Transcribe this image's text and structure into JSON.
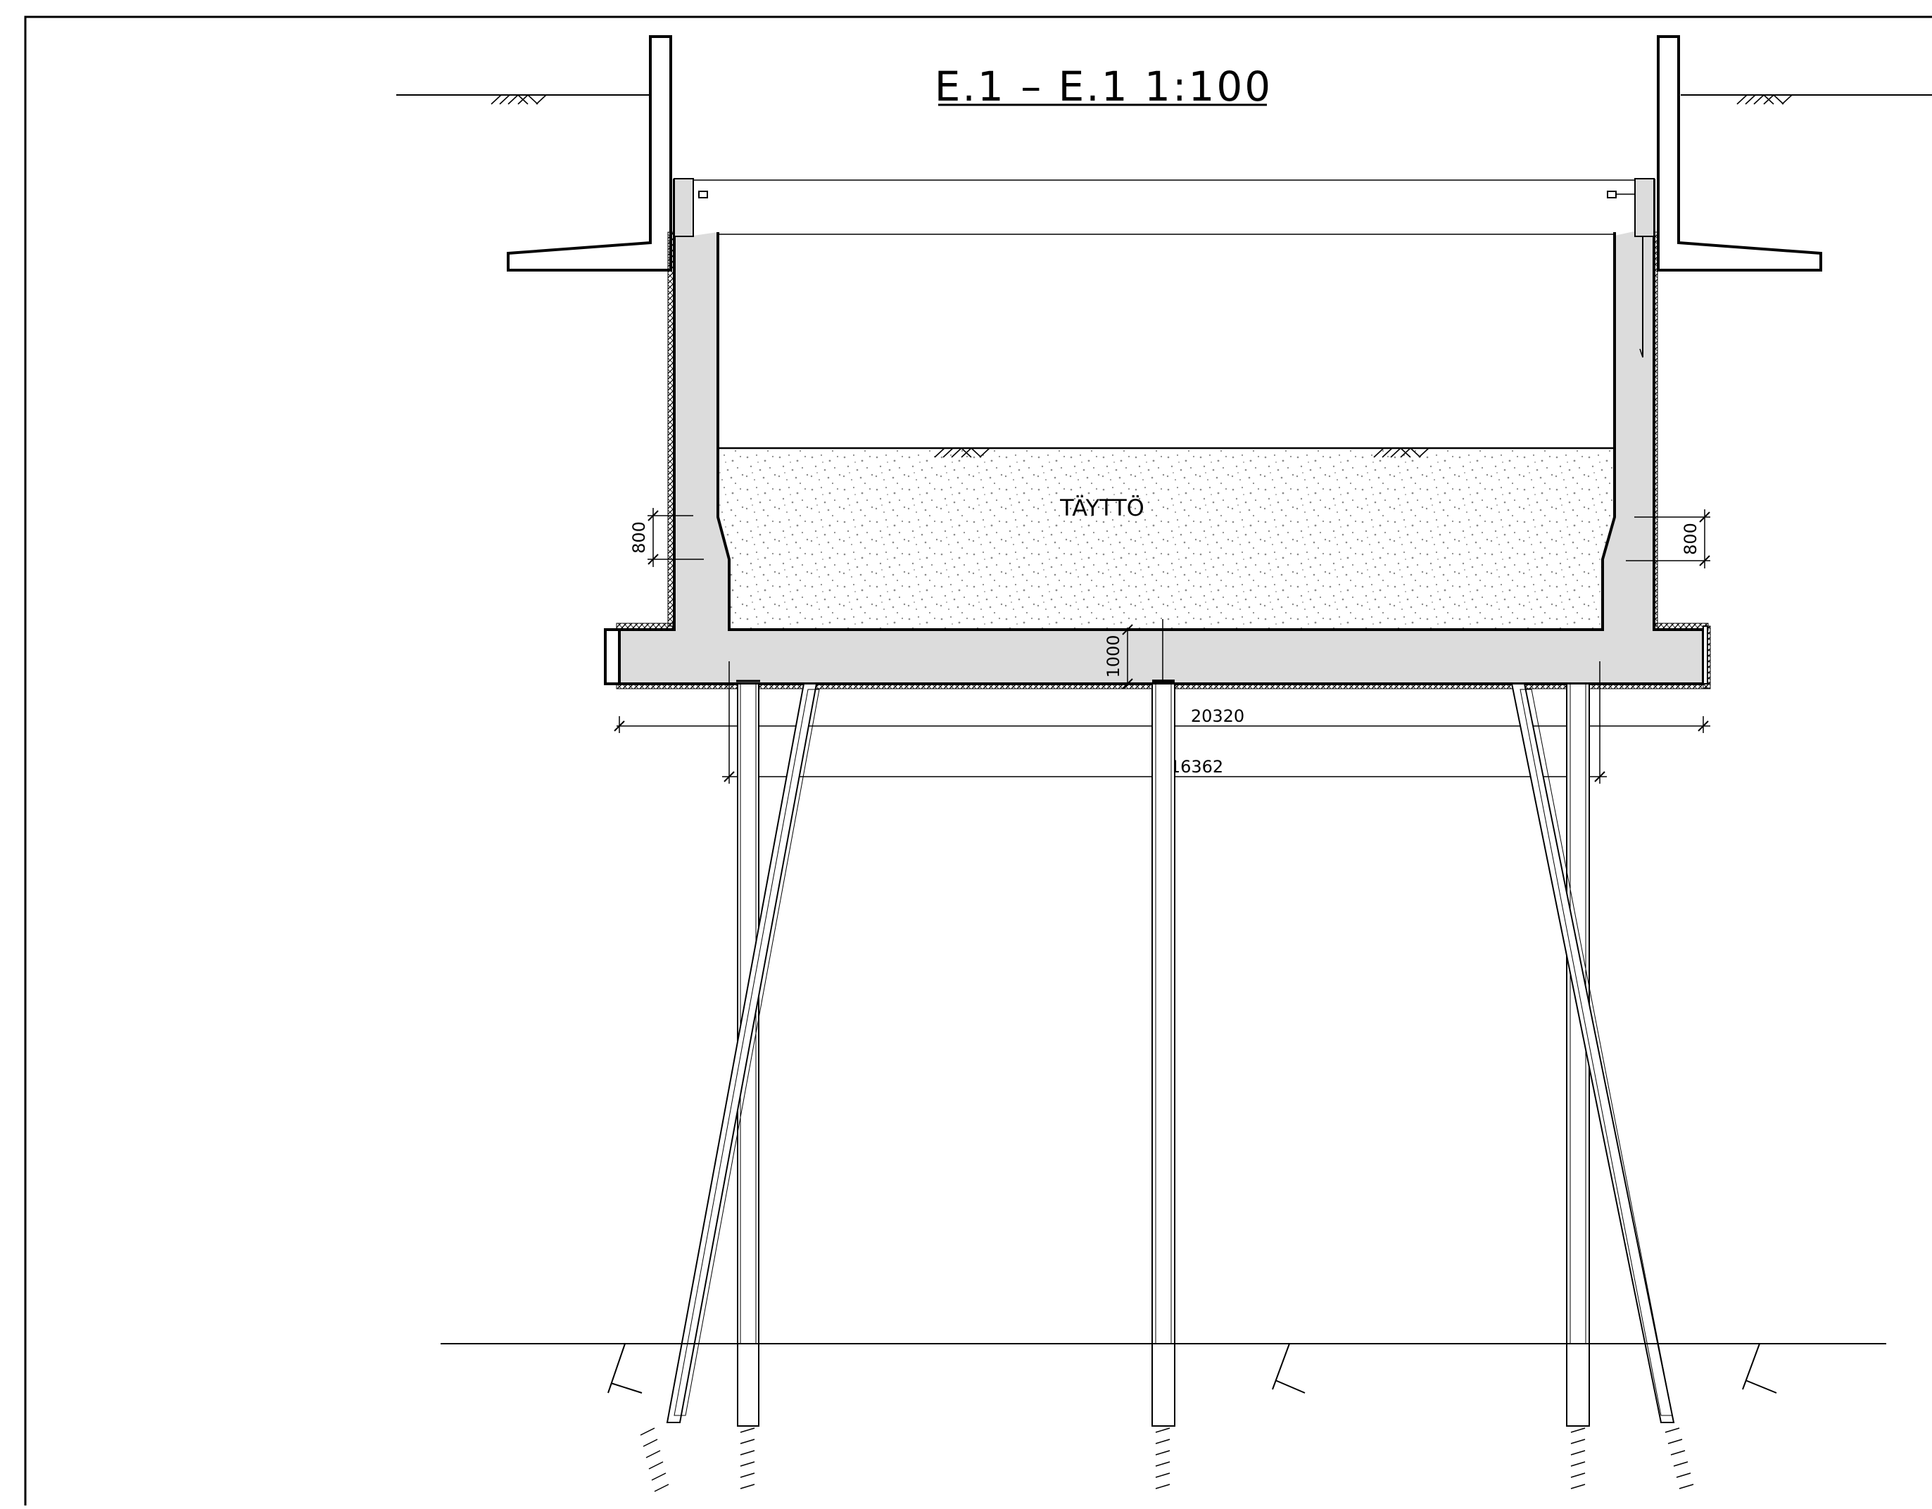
{
  "title": "E.1 – E.1 1:100",
  "fill_label": "TÄYTTÖ",
  "dimensions": {
    "overall_width": "20320",
    "inner_width": "16362",
    "slab_thickness": "1000",
    "haunch_left": "800",
    "haunch_right": "800"
  },
  "colors": {
    "line": "#000000",
    "concrete": "#dcdcdc",
    "fill_dots": "#8a8a8a"
  }
}
